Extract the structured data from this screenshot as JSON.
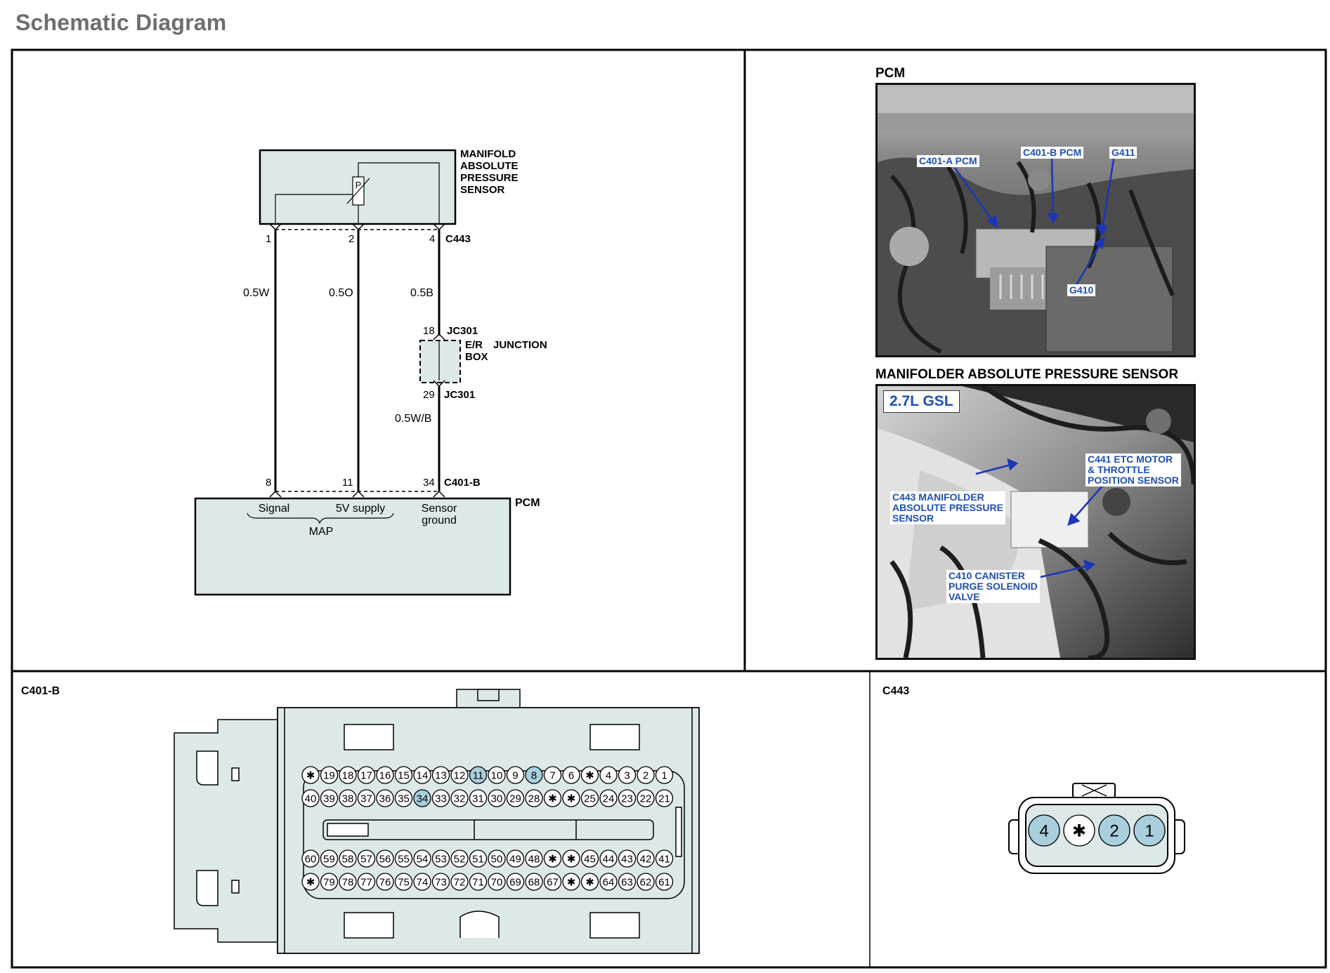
{
  "page": {
    "title": "Schematic Diagram"
  },
  "schematic": {
    "sensor_label": [
      "MANIFOLD",
      "ABSOLUTE",
      "PRESSURE",
      "SENSOR"
    ],
    "sensor_symbol": "P",
    "sensor_pins": [
      "1",
      "2",
      "4"
    ],
    "sensor_connector": "C443",
    "wires": [
      "0.5W",
      "0.5O",
      "0.5B"
    ],
    "junction": {
      "pin_top": "18",
      "connector_top": "JC301",
      "label_lines": [
        "E/R",
        "BOX"
      ],
      "label_right": "JUNCTION",
      "pin_bottom": "29",
      "connector_bottom": "JC301",
      "wire_below": "0.5W/B"
    },
    "pcm_pins": [
      "8",
      "11",
      "34"
    ],
    "pcm_connector": "C401-B",
    "pcm_label": "PCM",
    "pcm_signals": [
      "Signal",
      "5V supply",
      "Sensor",
      "ground"
    ],
    "pcm_group": "MAP"
  },
  "photos": {
    "pcm": {
      "heading": "PCM",
      "callouts": [
        "C401-A PCM",
        "C401-B PCM",
        "G411",
        "G410"
      ]
    },
    "map_sensor": {
      "heading": "MANIFOLDER ABSOLUTE PRESSURE SENSOR",
      "engine_badge": "2.7L GSL",
      "callouts": [
        "C441 ETC MOTOR\n& THROTTLE\nPOSITION SENSOR",
        "C443 MANIFOLDER\nABSOLUTE PRESSURE\nSENSOR",
        "C410 CANISTER\nPURGE SOLENOID\nVALVE"
      ]
    }
  },
  "connectors": {
    "c401b": {
      "title": "C401-B",
      "rows": [
        [
          "*",
          "19",
          "18",
          "17",
          "16",
          "15",
          "14",
          "13",
          "12",
          "11",
          "10",
          "9",
          "8",
          "7",
          "6",
          "*",
          "4",
          "3",
          "2",
          "1"
        ],
        [
          "40",
          "39",
          "38",
          "37",
          "36",
          "35",
          "34",
          "33",
          "32",
          "31",
          "30",
          "29",
          "28",
          "*",
          "*",
          "25",
          "24",
          "23",
          "22",
          "21"
        ],
        [
          "60",
          "59",
          "58",
          "57",
          "56",
          "55",
          "54",
          "53",
          "52",
          "51",
          "50",
          "49",
          "48",
          "*",
          "*",
          "45",
          "44",
          "43",
          "42",
          "41"
        ],
        [
          "*",
          "79",
          "78",
          "77",
          "76",
          "75",
          "74",
          "73",
          "72",
          "71",
          "70",
          "69",
          "68",
          "67",
          "*",
          "*",
          "64",
          "63",
          "62",
          "61"
        ]
      ],
      "highlighted": [
        "11",
        "8",
        "34"
      ]
    },
    "c443": {
      "title": "C443",
      "pins": [
        "4",
        "*",
        "2",
        "1"
      ]
    }
  },
  "colors": {
    "panel_fill": "#dde8e8",
    "pin_highlight": "#a9cfdc",
    "callout_text": "#1f4fb3",
    "title_gray": "#6e6e6e"
  }
}
